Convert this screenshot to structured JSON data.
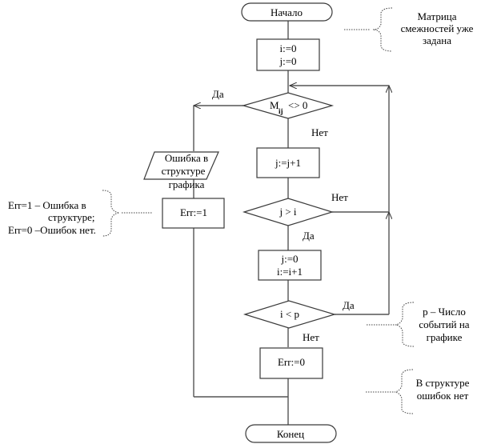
{
  "flowchart": {
    "start": "Начало",
    "end": "Конец",
    "init": [
      "i:=0",
      "j:=0"
    ],
    "cond_mij": {
      "main": "M",
      "sub": "ij",
      "rest": "<> 0"
    },
    "inc_j": "j:=j+1",
    "cond_j_gt_i": "j > i",
    "reset": [
      "j:=0",
      "i:=i+1"
    ],
    "cond_i_lt_p": "i < p",
    "err0": "Err:=0",
    "err1": "Err:=1",
    "output_error": [
      "Ошибка в",
      "структуре",
      "графика"
    ],
    "labels": {
      "yes_mij": "Да",
      "no_mij": "Нет",
      "no_jgti": "Нет",
      "yes_jgti": "Да",
      "yes_iltp": "Да",
      "no_iltp": "Нет"
    }
  },
  "comments": {
    "matrix": [
      "Матрица",
      "смежностей уже",
      "задана"
    ],
    "err": [
      "Err=1 – Ошибка в",
      "структуре;",
      "Err=0 –Ошибок нет."
    ],
    "p": [
      "p – Число",
      "событий на",
      "графике"
    ],
    "no_errors": [
      "В структуре",
      "ошибок нет"
    ]
  }
}
